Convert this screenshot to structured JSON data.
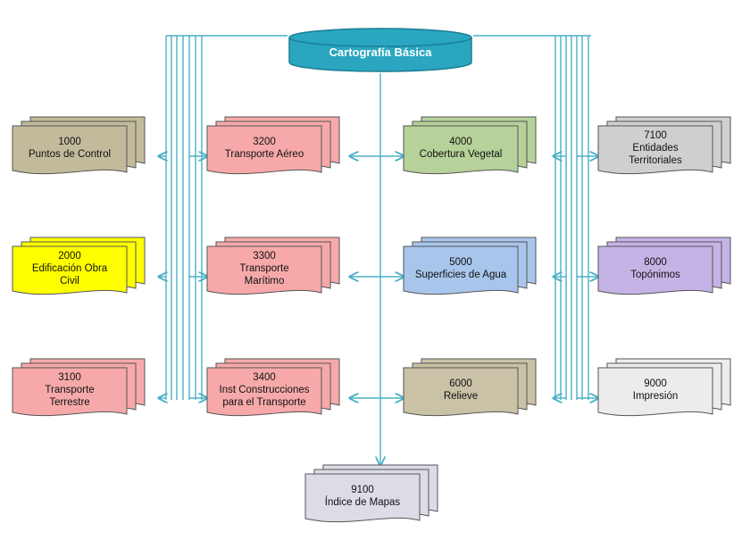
{
  "root": {
    "label": "Cartografía Básica",
    "fill": "#2aa6c0"
  },
  "line_color": "#4bb0c6",
  "nodes": [
    {
      "id": "n1000",
      "code": "1000",
      "lines": [
        "Puntos de Control"
      ],
      "fill": "#c2bb9b"
    },
    {
      "id": "n2000",
      "code": "2000",
      "lines": [
        "Edificación Obra",
        "Civil"
      ],
      "fill": "#ffff00"
    },
    {
      "id": "n3100",
      "code": "3100",
      "lines": [
        "Transporte",
        "Terrestre"
      ],
      "fill": "#f7a9a9"
    },
    {
      "id": "n3200",
      "code": "3200",
      "lines": [
        "Transporte Aéreo"
      ],
      "fill": "#f7a9a9"
    },
    {
      "id": "n3300",
      "code": "3300",
      "lines": [
        "Transporte",
        "Marítimo"
      ],
      "fill": "#f7a9a9"
    },
    {
      "id": "n3400",
      "code": "3400",
      "lines": [
        "Inst Construcciones",
        "para el Transporte"
      ],
      "fill": "#f7a9a9"
    },
    {
      "id": "n4000",
      "code": "4000",
      "lines": [
        "Cobertura Vegetal"
      ],
      "fill": "#b7d19a"
    },
    {
      "id": "n5000",
      "code": "5000",
      "lines": [
        "Superficies de Agua"
      ],
      "fill": "#a8c5ec"
    },
    {
      "id": "n6000",
      "code": "6000",
      "lines": [
        "Relieve"
      ],
      "fill": "#c9c2a6"
    },
    {
      "id": "n7100",
      "code": "7100",
      "lines": [
        "Entidades",
        "Territoriales"
      ],
      "fill": "#cfcfcf"
    },
    {
      "id": "n8000",
      "code": "8000",
      "lines": [
        "Topónimos"
      ],
      "fill": "#c6b3e6"
    },
    {
      "id": "n9000",
      "code": "9000",
      "lines": [
        "Impresión"
      ],
      "fill": "#ececec"
    },
    {
      "id": "n9100",
      "code": "9100",
      "lines": [
        "Índice de Mapas"
      ],
      "fill": "#dcdce6"
    }
  ]
}
